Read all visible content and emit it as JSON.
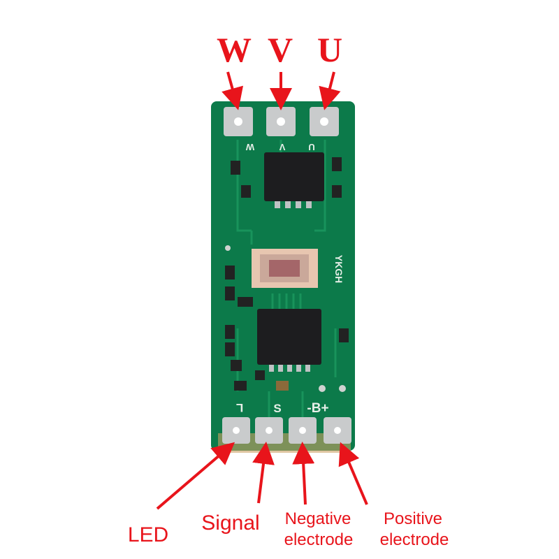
{
  "top_labels": {
    "w": "W",
    "v": "V",
    "u": "U"
  },
  "bottom_labels": {
    "led": "LED",
    "signal": "Signal",
    "negative_line1": "Negative",
    "negative_line2": "electrode",
    "positive_line1": "Positive",
    "positive_line2": "electrode"
  },
  "silkscreen": {
    "w": "W",
    "v": "V",
    "u": "U",
    "l": "L",
    "s": "S",
    "b": "-B+",
    "brand": "YKGH"
  },
  "colors": {
    "annotation": "#e8141b",
    "pcb": "#0c7a4a",
    "pad": "#c9cbcc",
    "chip": "#1d1d1f"
  }
}
